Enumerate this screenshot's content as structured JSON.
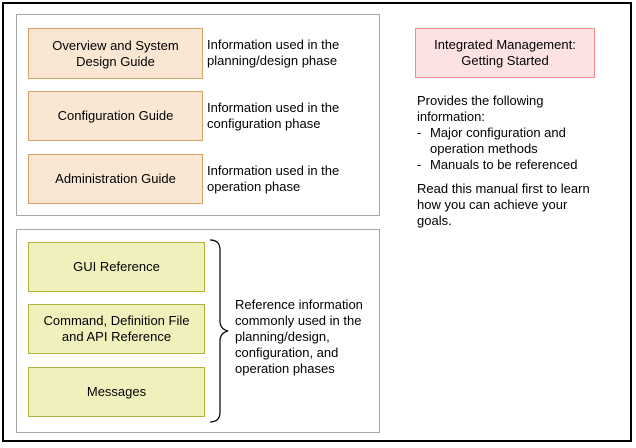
{
  "colors": {
    "panel-border": "#a6a6a6",
    "peach-fill": "#f9e7d3",
    "peach-border": "#d6a265",
    "green-fill": "#f0f0bd",
    "green-border": "#b0b13e",
    "pink-fill": "#fce2e2",
    "pink-border": "#f08c8c",
    "brace-stroke": "#000000"
  },
  "top_group": {
    "rows": [
      {
        "box_lines": [
          "Overview and System",
          "Design Guide"
        ],
        "desc_lines": [
          "Information used in the",
          "planning/design phase"
        ]
      },
      {
        "box_lines": [
          "Configuration Guide",
          ""
        ],
        "desc_lines": [
          "Information used in the",
          "configuration phase"
        ]
      },
      {
        "box_lines": [
          "Administration Guide",
          ""
        ],
        "desc_lines": [
          "Information used in the",
          "operation phase"
        ]
      }
    ]
  },
  "bottom_group": {
    "boxes": [
      {
        "lines": [
          "GUI Reference",
          ""
        ]
      },
      {
        "lines": [
          "Command, Definition File",
          "and API Reference"
        ]
      },
      {
        "lines": [
          "Messages",
          ""
        ]
      }
    ],
    "brace_note_lines": [
      "Reference information",
      "commonly used in the",
      "planning/design,",
      "configuration, and",
      "operation phases"
    ]
  },
  "right_column": {
    "box_lines": [
      "Integrated Management:",
      "Getting Started"
    ],
    "intro_lines": [
      "Provides the following",
      "information:"
    ],
    "bullet_char": "-",
    "bullets": [
      {
        "lines": [
          "Major configuration and",
          "operation methods"
        ]
      },
      {
        "lines": [
          "Manuals to be referenced",
          ""
        ]
      }
    ],
    "closing_lines": [
      "Read this manual first to learn",
      "how you can achieve your",
      "goals."
    ]
  }
}
